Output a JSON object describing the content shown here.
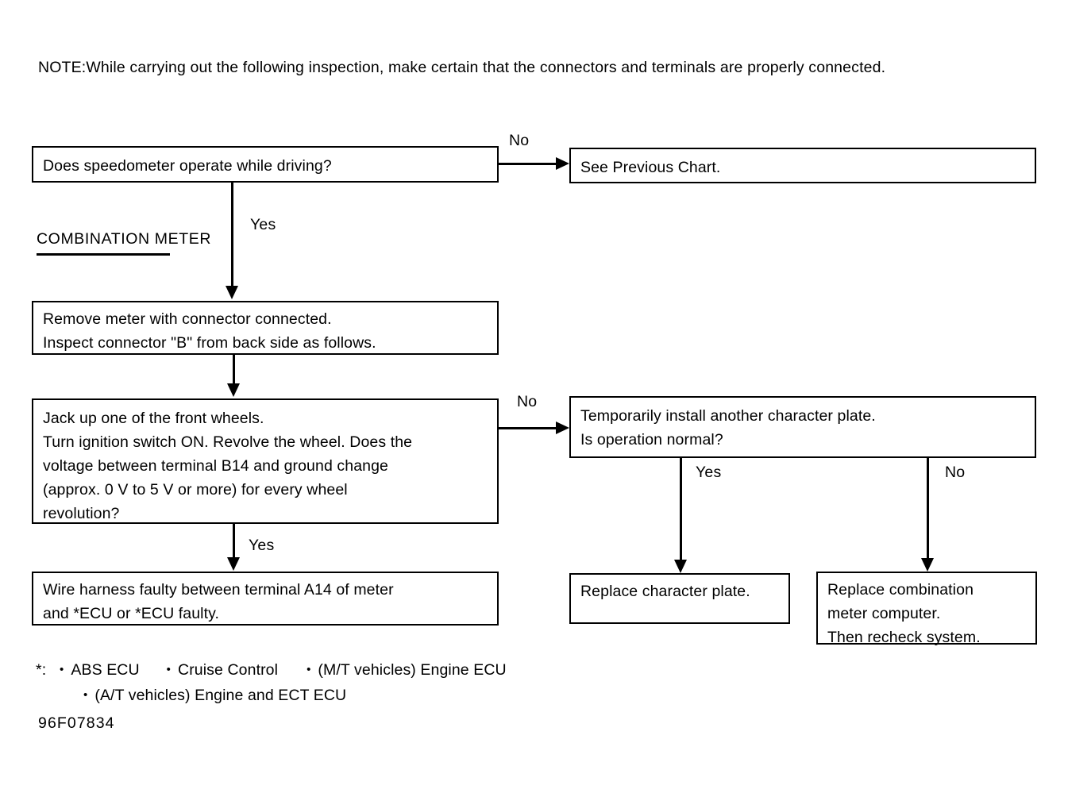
{
  "note": {
    "label": "NOTE:",
    "text": "While carrying out the following inspection, make certain that the connectors and terminals are properly connected."
  },
  "section_heading": {
    "line1": "COMBINATION",
    "line2": "METER"
  },
  "boxes": {
    "q_speedometer": {
      "line1": "Does speedometer operate while driving?"
    },
    "see_previous_chart": {
      "line1": "See Previous Chart."
    },
    "remove_meter": {
      "line1": "Remove meter with connector connected.",
      "line2": "Inspect connector \"B\" from back side as follows."
    },
    "jack_up": {
      "line1": "Jack up one of the front wheels.",
      "line2": "Turn ignition switch ON. Revolve the wheel. Does the",
      "line3": "voltage between terminal B14 and ground change",
      "line4": "(approx. 0 V to 5 V or more) for every wheel",
      "line5": "revolution?"
    },
    "temp_install": {
      "line1": "Temporarily install another character plate.",
      "line2": "Is operation normal?"
    },
    "wire_harness": {
      "line1": "Wire harness faulty between terminal A14 of meter",
      "line2": "and *ECU or *ECU faulty."
    },
    "replace_plate": {
      "line1": "Replace character plate."
    },
    "replace_meter": {
      "line1": "Replace combination",
      "line2": "meter computer.",
      "line3": "Then recheck system."
    }
  },
  "edge_labels": {
    "q1_no": "No",
    "q1_yes": "Yes",
    "jack_no": "No",
    "jack_yes": "Yes",
    "temp_yes": "Yes",
    "temp_no": "No"
  },
  "legend": {
    "star": "*:",
    "bullet": "•",
    "item1": "ABS ECU",
    "item2": "Cruise Control",
    "item3": "(M/T vehicles) Engine ECU",
    "item4": "(A/T vehicles) Engine and ECT ECU"
  },
  "figure_code": "96F07834",
  "colors": {
    "ink": "#000000",
    "paper": "#ffffff"
  }
}
